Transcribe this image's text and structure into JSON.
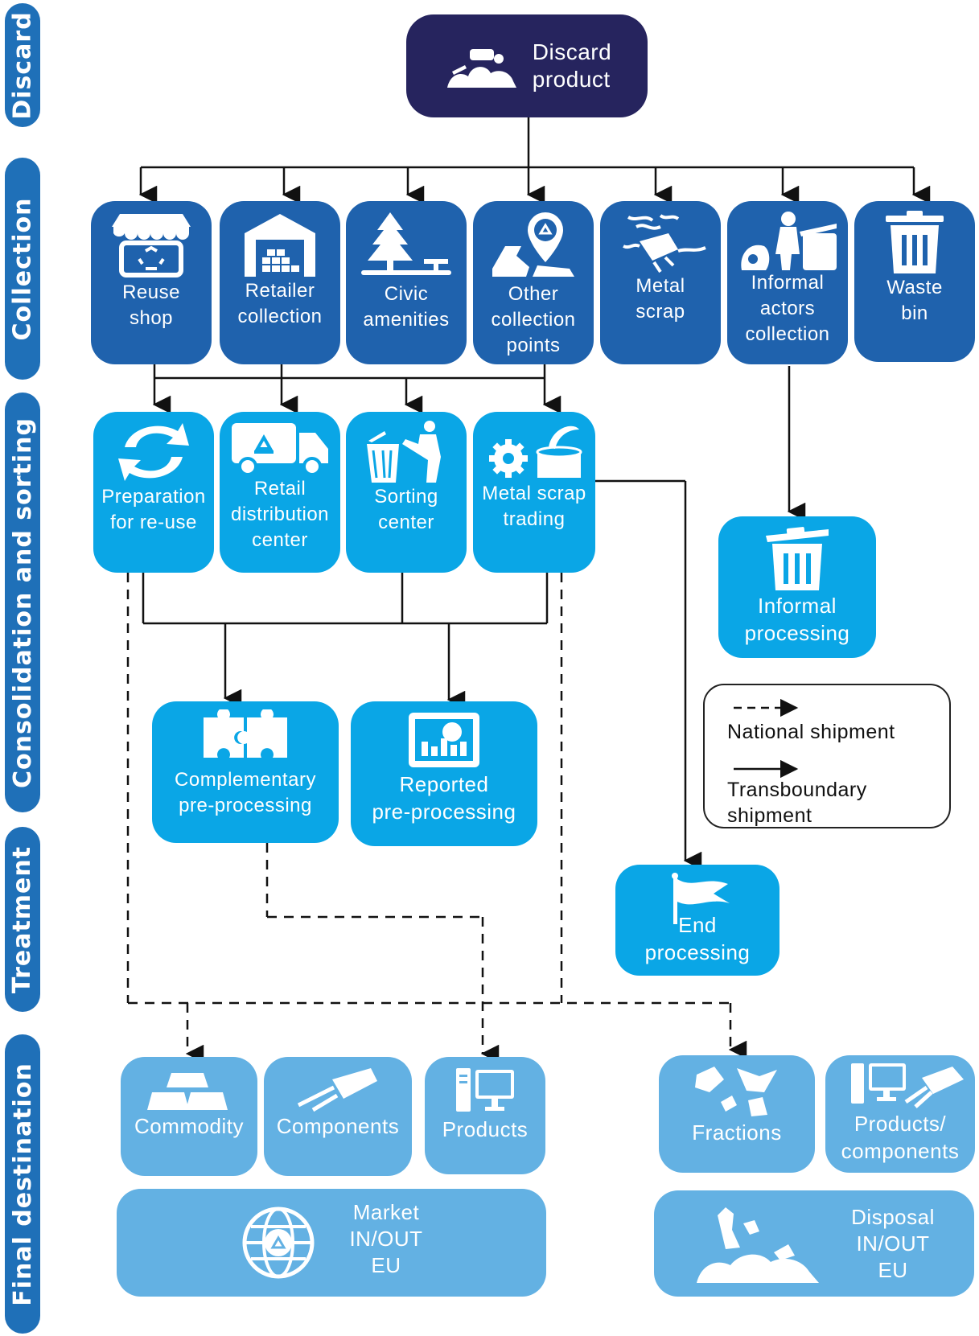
{
  "lanes": {
    "discard": "Discard",
    "collection": "Collection",
    "consolidation": "Consolidation and sorting",
    "treatment": "Treatment",
    "final": "Final destination"
  },
  "discard": {
    "label": "Discard\nproduct",
    "icon": "waste-pile-icon"
  },
  "collection": [
    {
      "id": "reuse-shop",
      "label": "Reuse\nshop",
      "icon": "shop-recycle-icon"
    },
    {
      "id": "retailer-collection",
      "label": "Retailer\ncollection",
      "icon": "warehouse-icon"
    },
    {
      "id": "civic-amenities",
      "label": "Civic\namenities",
      "icon": "tree-bench-icon"
    },
    {
      "id": "other-collection-points",
      "label": "Other\ncollection\npoints",
      "icon": "map-pin-recycle-icon"
    },
    {
      "id": "metal-scrap",
      "label": "Metal\nscrap",
      "icon": "scrap-metal-icon"
    },
    {
      "id": "informal-actors-collection",
      "label": "Informal\nactors\ncollection",
      "icon": "collector-dumpster-icon"
    },
    {
      "id": "waste-bin",
      "label": "Waste\nbin",
      "icon": "trash-bin-icon"
    }
  ],
  "consolidation": [
    {
      "id": "preparation-for-reuse",
      "label": "Preparation\nfor re-use",
      "icon": "swap-arrows-icon"
    },
    {
      "id": "retail-distribution-center",
      "label": "Retail\ndistribution\ncenter",
      "icon": "recycle-truck-icon"
    },
    {
      "id": "sorting-center",
      "label": "Sorting\ncenter",
      "icon": "person-sorting-icon"
    },
    {
      "id": "metal-scrap-trading",
      "label": "Metal scrap\ntrading",
      "icon": "gear-can-icon"
    }
  ],
  "informal_processing": {
    "label": "Informal\nprocessing",
    "icon": "trash-bin-icon"
  },
  "treatment": [
    {
      "id": "complementary-pre-processing",
      "label": "Complementary\npre-processing",
      "icon": "puzzle-icon"
    },
    {
      "id": "reported-pre-processing",
      "label": "Reported\npre-processing",
      "icon": "report-chart-icon"
    }
  ],
  "end_processing": {
    "label": "End\nprocessing",
    "icon": "flag-icon"
  },
  "legend": {
    "national": "National shipment",
    "transboundary": "Transboundary\nshipment"
  },
  "final_left": [
    {
      "id": "commodity",
      "label": "Commodity",
      "icon": "gold-bars-icon"
    },
    {
      "id": "components",
      "label": "Components",
      "icon": "component-plug-icon"
    },
    {
      "id": "products",
      "label": "Products",
      "icon": "computer-icon"
    }
  ],
  "market": {
    "label": "Market\nIN/OUT\nEU",
    "icon": "globe-recycle-icon"
  },
  "final_right": [
    {
      "id": "fractions",
      "label": "Fractions",
      "icon": "fragments-icon"
    },
    {
      "id": "products-components",
      "label": "Products/\ncomponents",
      "icon": "computer-plug-icon"
    }
  ],
  "disposal": {
    "label": "Disposal\nIN/OUT\nEU",
    "icon": "landfill-icon"
  },
  "colors": {
    "navy": "#26245e",
    "dark_blue": "#1f62ad",
    "cyan": "#0aa6e6",
    "light_blue": "#63b1e3",
    "lane": "#1f70b8"
  }
}
